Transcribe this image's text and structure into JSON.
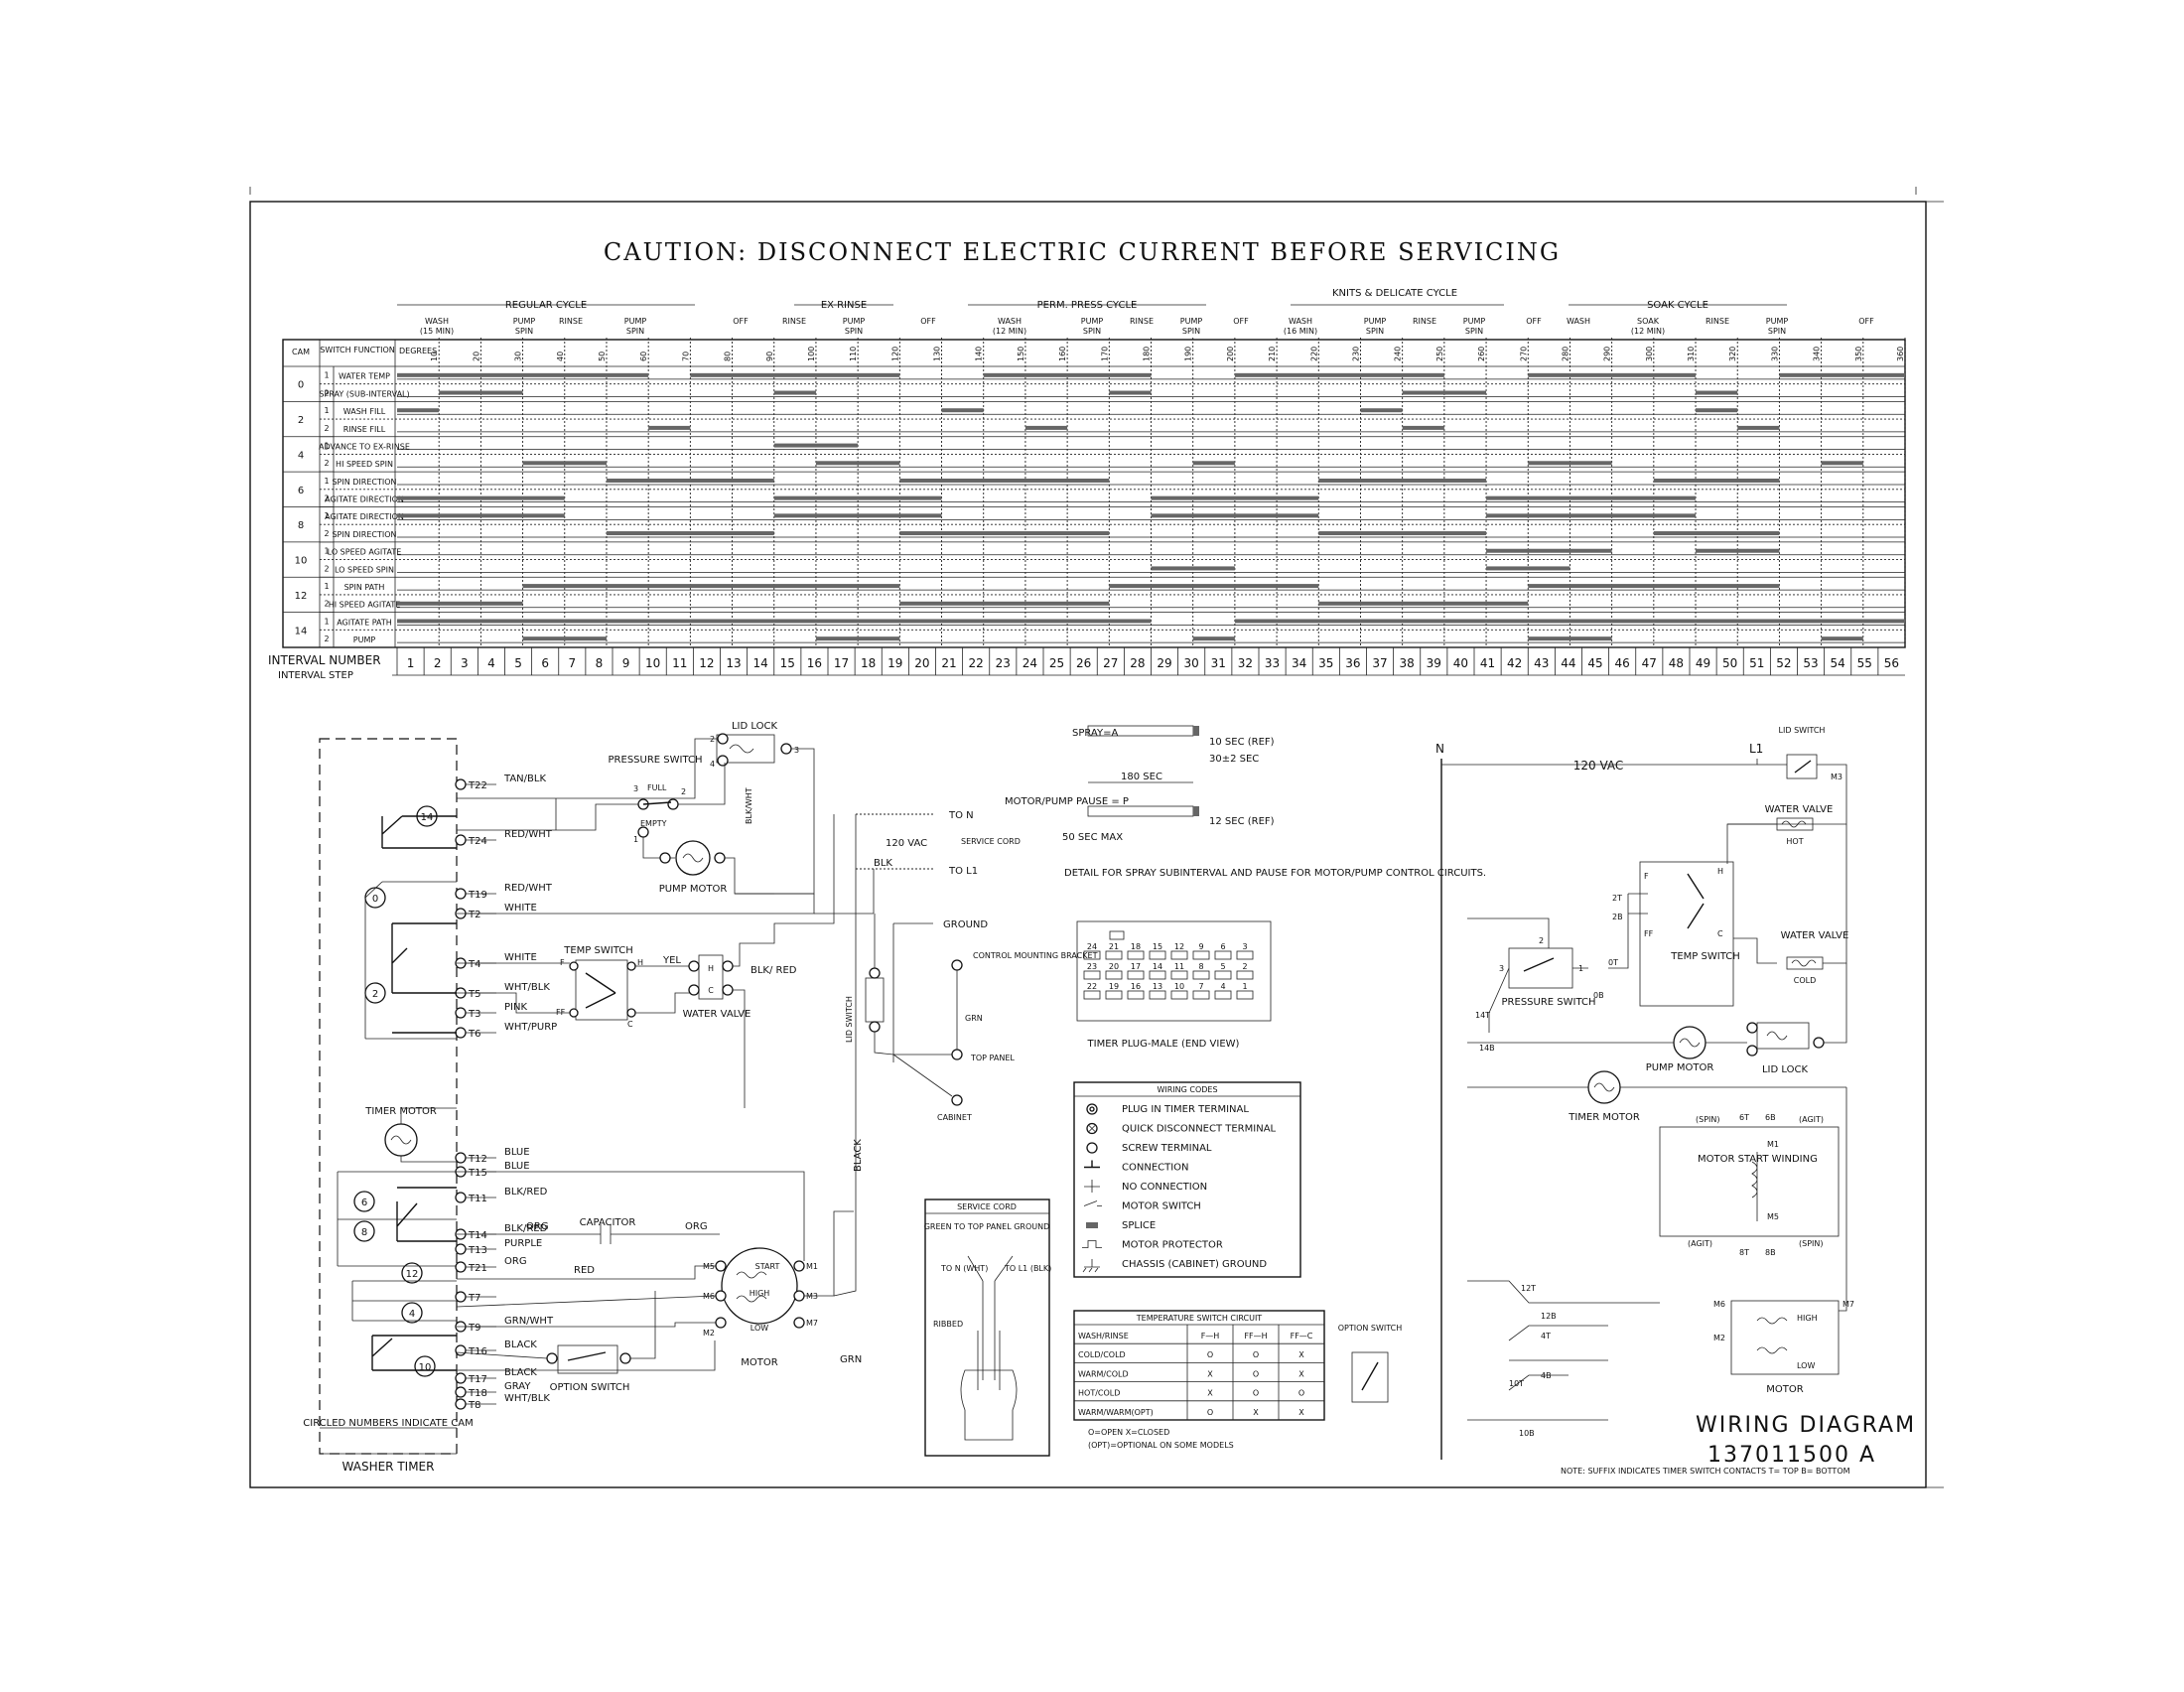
{
  "caution": "CAUTION: DISCONNECT ELECTRIC CURRENT BEFORE SERVICING",
  "timer_chart": {
    "header_cam": "CAM",
    "header_function": "SWITCH FUNCTION",
    "degrees_label": "DEGREES",
    "cycles": [
      "REGULAR CYCLE",
      "EX-RINSE",
      "PERM. PRESS CYCLE",
      "KNITS & DELICATE CYCLE",
      "SOAK CYCLE"
    ],
    "phases": [
      "WASH (15 MIN)",
      "PUMP SPIN",
      "RINSE",
      "PUMP SPIN",
      "OFF",
      "RINSE",
      "PUMP SPIN",
      "OFF",
      "WASH (12 MIN)",
      "PUMP SPIN",
      "RINSE",
      "PUMP SPIN",
      "OFF",
      "WASH (16 MIN)",
      "PUMP SPIN",
      "RINSE",
      "PUMP SPIN",
      "OFF",
      "WASH",
      "SOAK (12 MIN)",
      "RINSE",
      "PUMP SPIN",
      "OFF"
    ],
    "degrees": [
      "10",
      "20",
      "30",
      "40",
      "50",
      "60",
      "70",
      "80",
      "90",
      "100",
      "110",
      "120",
      "130",
      "140",
      "150",
      "160",
      "170",
      "180",
      "190",
      "200",
      "210",
      "220",
      "230",
      "240",
      "250",
      "260",
      "270",
      "280",
      "290",
      "300",
      "310",
      "320",
      "330",
      "340",
      "350",
      "360"
    ],
    "cams": [
      "0",
      "2",
      "4",
      "6",
      "8",
      "10",
      "12",
      "14"
    ],
    "functions": [
      "WATER TEMP",
      "SPRAY (SUB-INTERVAL)",
      "WASH FILL",
      "RINSE FILL",
      "ADVANCE TO EX-RINSE",
      "HI SPEED SPIN",
      "SPIN DIRECTION",
      "AGITATE DIRECTION",
      "AGITATE DIRECTION",
      "SPIN DIRECTION",
      "LO SPEED AGITATE",
      "LO SPEED SPIN",
      "SPIN PATH",
      "HI SPEED AGITATE",
      "AGITATE PATH",
      "PUMP"
    ],
    "interval_number_label": "INTERVAL NUMBER",
    "interval_step_label": "INTERVAL STEP",
    "intervals": [
      "1",
      "2",
      "3",
      "4",
      "5",
      "6",
      "7",
      "8",
      "9",
      "10",
      "11",
      "12",
      "13",
      "14",
      "15",
      "16",
      "17",
      "18",
      "19",
      "20",
      "21",
      "22",
      "23",
      "24",
      "25",
      "26",
      "27",
      "28",
      "29",
      "30",
      "31",
      "32",
      "33",
      "34",
      "35",
      "36",
      "37",
      "38",
      "39",
      "40",
      "41",
      "42",
      "43",
      "44",
      "45",
      "46",
      "47",
      "48",
      "49",
      "50",
      "51",
      "52",
      "53",
      "54",
      "55",
      "56"
    ]
  },
  "timer_schematic": {
    "terminals": [
      "T22",
      "T24",
      "T19",
      "T2",
      "T4",
      "T5",
      "T3",
      "T6",
      "T12",
      "T15",
      "T11",
      "T14",
      "T13",
      "T21",
      "T7",
      "T9",
      "T16",
      "T17",
      "T18",
      "T8"
    ],
    "wires": [
      "TAN/BLK",
      "RED/WHT",
      "RED/WHT",
      "WHITE",
      "WHITE",
      "WHT/BLK",
      "PINK",
      "WHT/PURP",
      "BLUE",
      "BLUE",
      "BLK/RED",
      "BLK/RED",
      "PURPLE",
      "ORG",
      "RED",
      "GRN/WHT",
      "BLACK",
      "BLACK",
      "GRAY",
      "WHT/BLK"
    ],
    "cams": [
      "14",
      "0",
      "2",
      "6",
      "8",
      "12",
      "4",
      "10"
    ],
    "timer_motor": "TIMER MOTOR",
    "note": "CIRCLED NUMBERS INDICATE CAM",
    "washer_timer": "WASHER TIMER",
    "lid_lock": "LID LOCK",
    "pressure_switch": "PRESSURE SWITCH",
    "full": "FULL",
    "empty": "EMPTY",
    "pump_motor": "PUMP MOTOR",
    "blk_wht": "BLK/WHT",
    "temp_switch": "TEMP SWITCH",
    "yel": "YEL",
    "blk_red_valve": "BLK/ RED",
    "water_valve": "WATER VALVE",
    "capacitor": "CAPACITOR",
    "org": "ORG",
    "start": "START",
    "high": "HIGH",
    "low": "LOW",
    "motor": "MOTOR",
    "option_switch": "OPTION SWITCH",
    "grn": "GRN",
    "to_n": "TO N",
    "to_l1": "TO L1",
    "vac120": "120 VAC",
    "service_cord": "SERVICE CORD",
    "blk": "BLK",
    "ground": "GROUND",
    "control_bracket": "CONTROL MOUNTING BRACKET",
    "top_panel": "TOP PANEL",
    "cabinet": "CABINET",
    "lid_switch": "LID SWITCH",
    "black": "BLACK"
  },
  "spray_detail": {
    "spray_label": "SPRAY=A",
    "sec10": "10 SEC (REF)",
    "sec30": "30±2 SEC",
    "sec180": "180 SEC",
    "motor_pump": "MOTOR/PUMP PAUSE = P",
    "sec12": "12 SEC (REF)",
    "sec50": "50 SEC MAX",
    "caption": "DETAIL FOR SPRAY SUBINTERVAL AND PAUSE FOR MOTOR/PUMP CONTROL CIRCUITS."
  },
  "timer_plug": {
    "row1": [
      "24",
      "21",
      "18",
      "15",
      "12",
      "9",
      "6",
      "3"
    ],
    "row2": [
      "23",
      "20",
      "17",
      "14",
      "11",
      "8",
      "5",
      "2"
    ],
    "row3": [
      "22",
      "19",
      "16",
      "13",
      "10",
      "7",
      "4",
      "1"
    ],
    "caption": "TIMER PLUG-MALE (END VIEW)"
  },
  "wiring_codes": {
    "title": "WIRING CODES",
    "items": [
      "PLUG IN TIMER TERMINAL",
      "QUICK DISCONNECT TERMINAL",
      "SCREW TERMINAL",
      "CONNECTION",
      "NO CONNECTION",
      "MOTOR SWITCH",
      "SPLICE",
      "MOTOR PROTECTOR",
      "CHASSIS (CABINET) GROUND"
    ]
  },
  "service_cord_box": {
    "title": "SERVICE CORD",
    "text": "GREEN TO TOP PANEL GROUND",
    "to_n": "TO N (WHT)",
    "to_l1": "TO L1 (BLK)",
    "ribbed": "RIBBED"
  },
  "temp_table": {
    "title": "TEMPERATURE SWITCH CIRCUIT",
    "headers": [
      "WASH/RINSE",
      "F—H",
      "FF—H",
      "FF—C"
    ],
    "rows": [
      [
        "COLD/COLD",
        "O",
        "O",
        "X"
      ],
      [
        "WARM/COLD",
        "X",
        "O",
        "X"
      ],
      [
        "HOT/COLD",
        "X",
        "O",
        "O"
      ],
      [
        "WARM/WARM(OPT)",
        "O",
        "X",
        "X"
      ]
    ],
    "legend1": "O=OPEN        X=CLOSED",
    "legend2": "(OPT)=OPTIONAL ON SOME MODELS"
  },
  "ladder": {
    "n": "N",
    "l1": "L1",
    "vac": "120 VAC",
    "lid_switch": "LID SWITCH",
    "m3": "M3",
    "water_valve_hot": "WATER VALVE",
    "hot": "HOT",
    "temp_switch": "TEMP SWITCH",
    "water_valve_cold": "WATER VALVE",
    "cold": "COLD",
    "pressure_switch": "PRESSURE SWITCH",
    "pump_motor": "PUMP MOTOR",
    "lid_lock": "LID LOCK",
    "timer_motor": "TIMER MOTOR",
    "spin": "(SPIN)",
    "agit": "(AGIT)",
    "motor_start": "MOTOR START WINDING",
    "option_switch": "OPTION SWITCH",
    "high": "HIGH",
    "low": "LOW",
    "motor": "MOTOR",
    "contacts": [
      "2T",
      "2B",
      "0T",
      "0B",
      "14T",
      "14B",
      "6T",
      "6B",
      "8T",
      "8B",
      "12T",
      "12B",
      "4T",
      "4B",
      "10T",
      "10B",
      "M1",
      "M5",
      "M6",
      "M7",
      "M2",
      "F",
      "FF",
      "H",
      "C"
    ],
    "note": "NOTE: SUFFIX INDICATES TIMER SWITCH CONTACTS T= TOP B= BOTTOM"
  },
  "footer": {
    "title": "WIRING DIAGRAM",
    "number": "137011500  A"
  }
}
